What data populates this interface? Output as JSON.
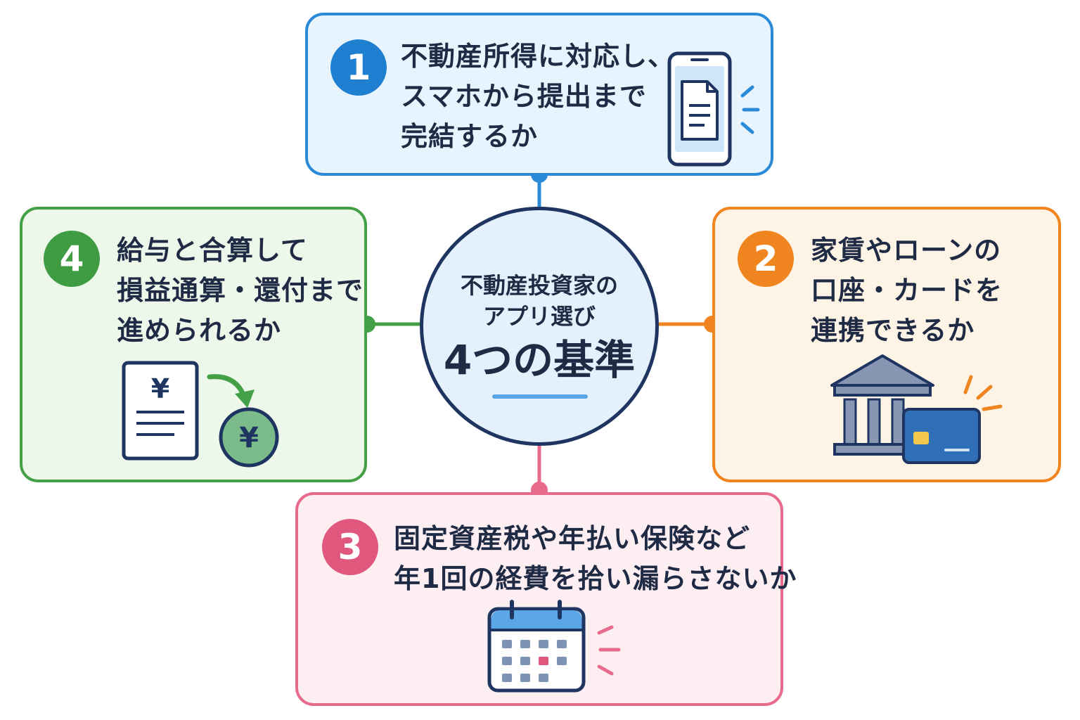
{
  "center": {
    "subtitle_line1": "不動産投資家の",
    "subtitle_line2": "アプリ選び",
    "title": "4つの基準"
  },
  "criteria": [
    {
      "number": "1",
      "lines": [
        "不動産所得に対応し、",
        "スマホから提出まで",
        "完結するか"
      ],
      "color": "#2b8ad8",
      "background": "#e8f4fd",
      "icon": "smartphone-document-icon"
    },
    {
      "number": "2",
      "lines": [
        "家賃やローンの",
        "口座・カードを",
        "連携できるか"
      ],
      "color": "#f0841e",
      "background": "#fef4e6",
      "icon": "bank-card-icon"
    },
    {
      "number": "3",
      "lines": [
        "固定資産税や年払い保険など",
        "年1回の経費を拾い漏らさないか"
      ],
      "color": "#e86a8c",
      "background": "#fdeef2",
      "icon": "calendar-icon"
    },
    {
      "number": "4",
      "lines": [
        "給与と合算して",
        "損益通算・還付まで",
        "進められるか"
      ],
      "color": "#43a047",
      "background": "#edf7ea",
      "icon": "yen-refund-icon"
    }
  ],
  "icon_text": {
    "yen": "¥"
  }
}
